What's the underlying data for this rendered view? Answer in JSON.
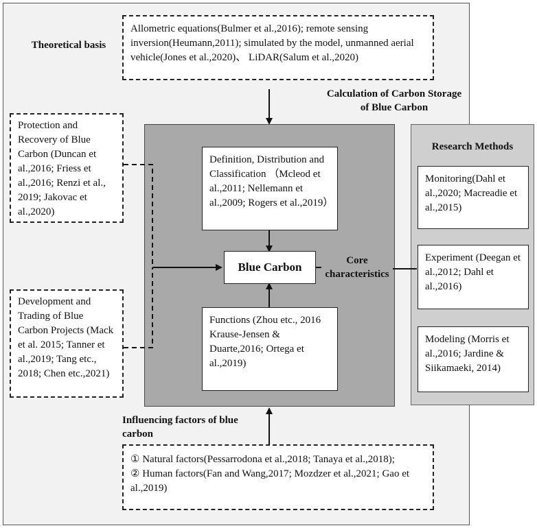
{
  "labels": {
    "theoretical_basis": "Theoretical basis",
    "calculation": "Calculation of Carbon Storage of Blue Carbon",
    "research_methods": "Research Methods",
    "core_characteristics": "Core characteristics",
    "influencing_factors": "Influencing factors of blue carbon"
  },
  "boxes": {
    "allometric": "Allometric equations(Bulmer et al.,2016);  remote sensing inversion(Heumann,2011);  simulated by the model, unmanned aerial vehicle(Jones et al.,2020)、 LiDAR(Salum et al.,2020)",
    "protection": "Protection and Recovery of Blue Carbon (Duncan et al.,2016; Friess et al.,2016; Renzi et al., 2019; Jakovac et al.,2020)",
    "development": "Development and Trading of Blue Carbon Projects (Mack et al. 2015; Tanner et al.,2019; Tang etc., 2018; Chen etc.,2021)",
    "definition": "Definition, Distribution and Classification （Mcleod et al.,2011; Nellemann et al.,2009; Rogers et al.,2019）",
    "blue_carbon": "Blue Carbon",
    "functions": "Functions (Zhou etc., 2016 Krause-Jensen & Duarte,2016; Ortega et al.,2019)",
    "monitoring": "Monitoring(Dahl et al.,2020; Macreadie et al.,2015)",
    "experiment": "Experiment (Deegan et al.,2012; Dahl et al.,2016)",
    "modeling": "Modeling (Morris et al.,2016; Jardine & Siikamaeki, 2014)",
    "factors_line1": "① Natural factors(Pessarrodona et al.,2018; Tanaya et al.,2018);",
    "factors_line2": "② Human factors(Fan and Wang,2017; Mozdzer et al.,2021; Gao et al.,2019)"
  }
}
